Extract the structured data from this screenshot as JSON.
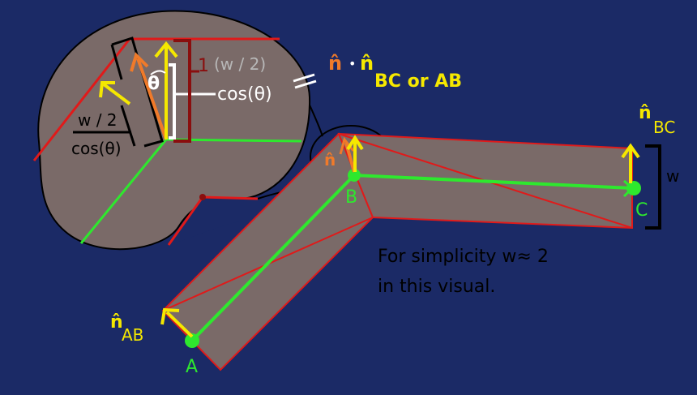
{
  "labels": {
    "point_a": "A",
    "point_b": "B",
    "point_c": "C",
    "n_hat": "n̂",
    "n_sub_ab": "AB",
    "n_sub_bc": "BC",
    "width": "w",
    "note_line1": "For simplicity w≈ 2",
    "note_line2": "in this visual.",
    "dot_formula_n": "n̂",
    "dot_formula_dot": "•",
    "dot_formula_n2": "n̂",
    "dot_formula_sub": "BC or AB",
    "one": "1",
    "w_over_2_paren": "(w / 2)",
    "cos_theta": "cos(θ)",
    "w_over_2": "w / 2",
    "cos_theta_denominator": "cos(θ)",
    "theta": "θ",
    "approx_equal": "="
  },
  "colors": {
    "background": "#1b2a66",
    "segment_fill": "#7a6a68",
    "outline_red": "#e01a1a",
    "centerline_green": "#2ee82e",
    "normal_yellow": "#f5e800",
    "miter_orange": "#f07a2a",
    "dark_red": "#8a0e0e",
    "white": "#ffffff",
    "black": "#000000",
    "gray_label": "#b8b8b8"
  }
}
